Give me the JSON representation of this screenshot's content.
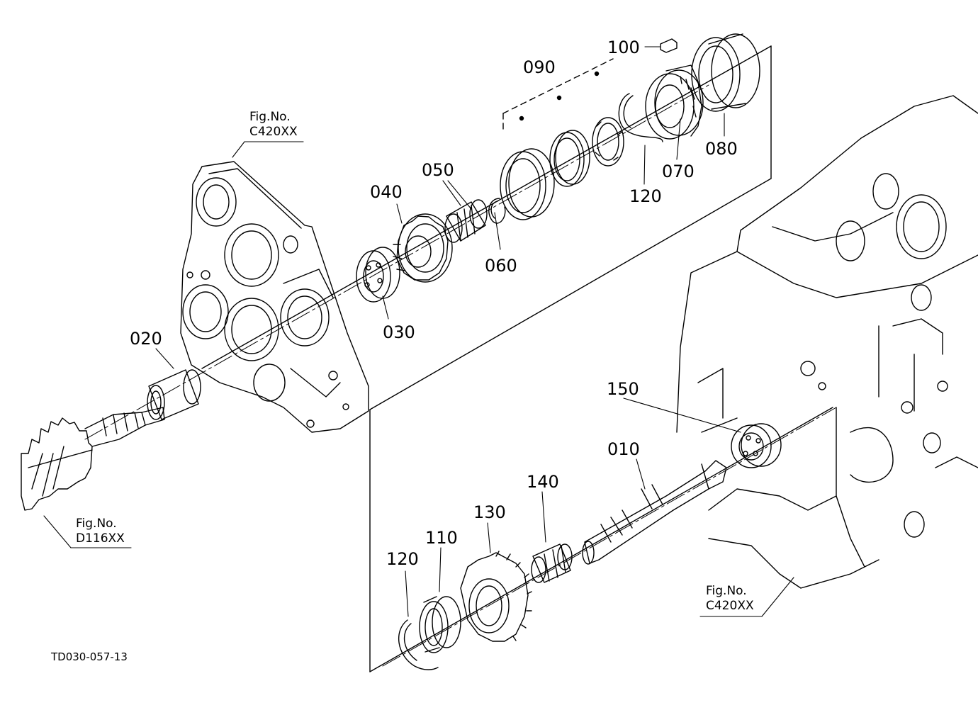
{
  "diagram": {
    "part_labels": [
      "010",
      "020",
      "030",
      "040",
      "050",
      "060",
      "070",
      "080",
      "090",
      "100",
      "110",
      "120",
      "120",
      "130",
      "140",
      "150"
    ],
    "fig_refs": [
      {
        "line1": "Fig.No.",
        "line2": "C420XX"
      },
      {
        "line1": "Fig.No.",
        "line2": "D116XX"
      },
      {
        "line1": "Fig.No.",
        "line2": "C420XX"
      }
    ],
    "drawing_code": "TD030-057-13"
  }
}
